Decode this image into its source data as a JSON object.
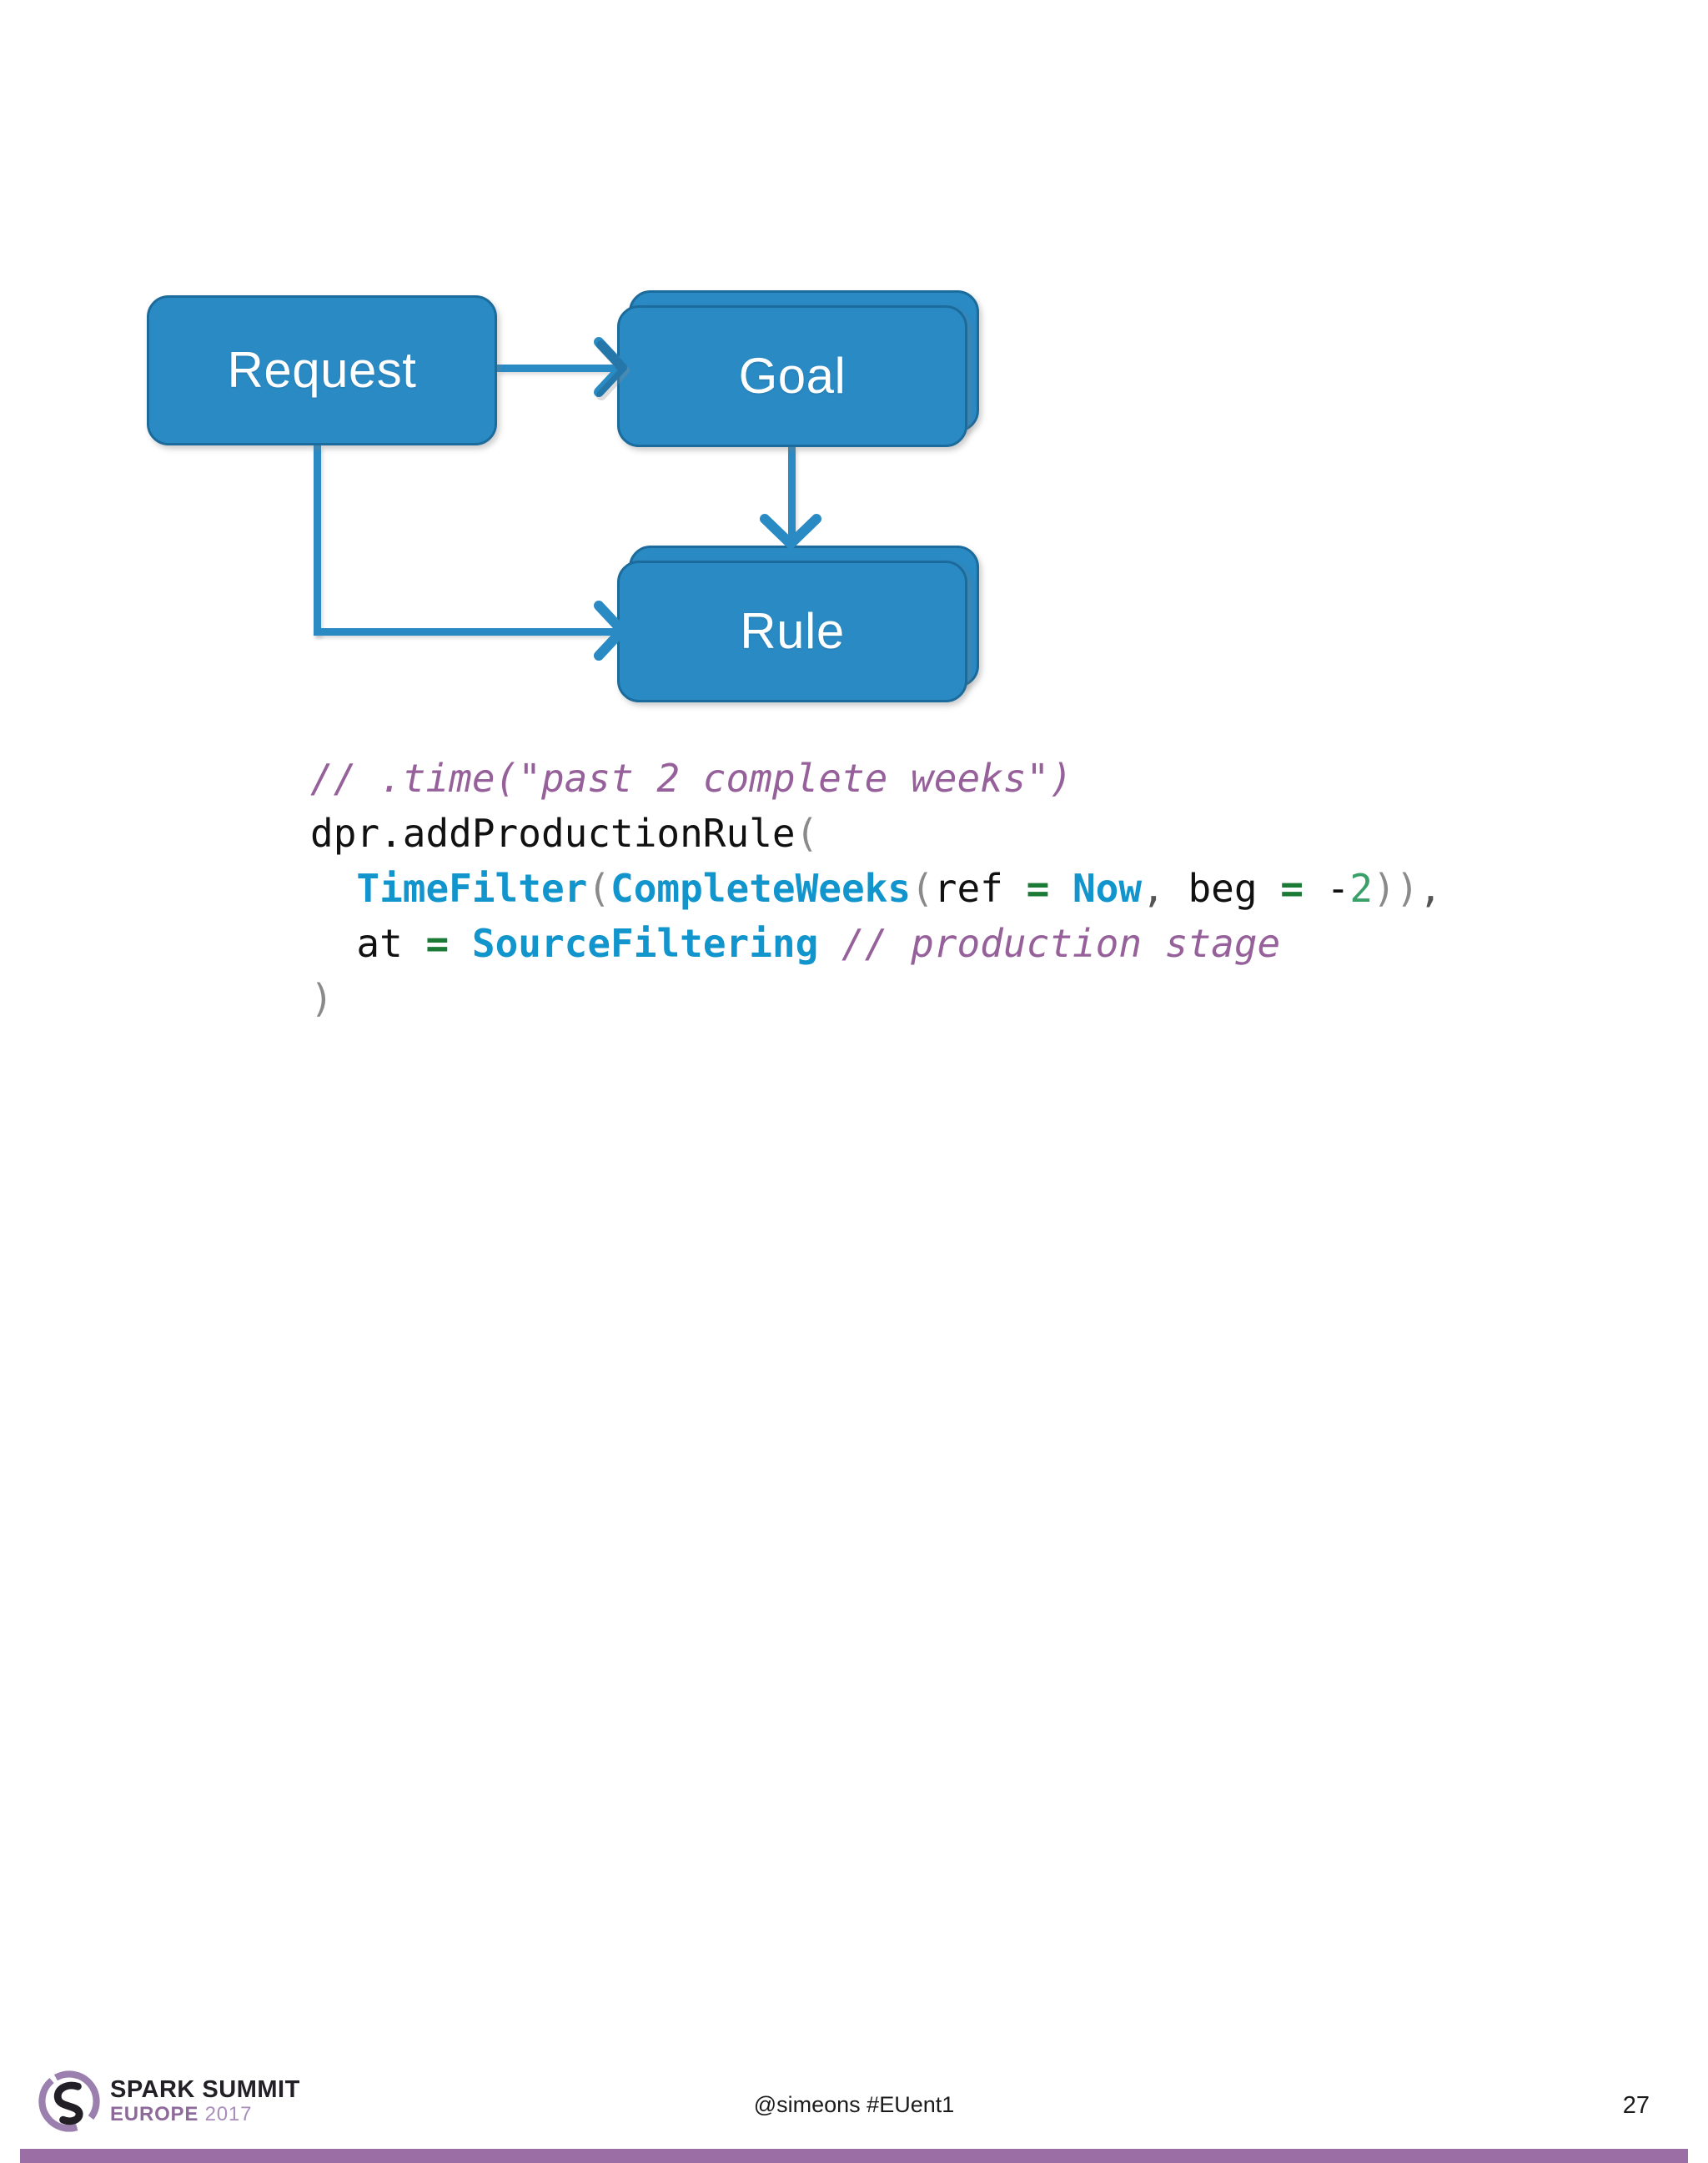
{
  "slide": {
    "page_number": "27",
    "footer_handle": "@simeons #EUent1",
    "accent_color": "#9b6fa6",
    "node_fill": "#2a8ac4",
    "node_stroke": "#1b6b9c"
  },
  "logo": {
    "line1": "SPARK SUMMIT",
    "europe": "EUROPE",
    "year": "2017",
    "mark": "spark-summit-logo-icon"
  },
  "diagram": {
    "type": "flowchart",
    "nodes": [
      {
        "id": "request",
        "label": "Request",
        "shape": "rounded-rect"
      },
      {
        "id": "goal",
        "label": "Goal",
        "shape": "stacked-rounded-rect"
      },
      {
        "id": "rule",
        "label": "Rule",
        "shape": "stacked-rounded-rect"
      }
    ],
    "edges": [
      {
        "from": "request",
        "to": "goal",
        "style": "arrow"
      },
      {
        "from": "goal",
        "to": "rule",
        "style": "arrow"
      },
      {
        "from": "request",
        "to": "rule",
        "style": "elbow-arrow"
      }
    ]
  },
  "code": {
    "language": "scala",
    "lines": [
      {
        "tokens": [
          {
            "t": "// .time(\"past 2 complete weeks\")",
            "k": "comment"
          }
        ]
      },
      {
        "tokens": [
          {
            "t": "dpr.addProductionRule",
            "k": "plain"
          },
          {
            "t": "(",
            "k": "paren"
          }
        ]
      },
      {
        "tokens": [
          {
            "t": "  ",
            "k": "plain"
          },
          {
            "t": "TimeFilter",
            "k": "type"
          },
          {
            "t": "(",
            "k": "paren"
          },
          {
            "t": "CompleteWeeks",
            "k": "type"
          },
          {
            "t": "(",
            "k": "paren"
          },
          {
            "t": "ref ",
            "k": "plain"
          },
          {
            "t": "=",
            "k": "op"
          },
          {
            "t": " ",
            "k": "plain"
          },
          {
            "t": "Now",
            "k": "type"
          },
          {
            "t": ", ",
            "k": "punc"
          },
          {
            "t": "beg ",
            "k": "plain"
          },
          {
            "t": "=",
            "k": "op"
          },
          {
            "t": " -",
            "k": "plain"
          },
          {
            "t": "2",
            "k": "num"
          },
          {
            "t": "))",
            "k": "paren"
          },
          {
            "t": ",",
            "k": "punc"
          }
        ]
      },
      {
        "tokens": [
          {
            "t": "  at ",
            "k": "plain"
          },
          {
            "t": "=",
            "k": "op"
          },
          {
            "t": " ",
            "k": "plain"
          },
          {
            "t": "SourceFiltering",
            "k": "type"
          },
          {
            "t": " ",
            "k": "plain"
          },
          {
            "t": "// production stage",
            "k": "comment"
          }
        ]
      },
      {
        "tokens": [
          {
            "t": ")",
            "k": "paren"
          }
        ]
      }
    ]
  }
}
